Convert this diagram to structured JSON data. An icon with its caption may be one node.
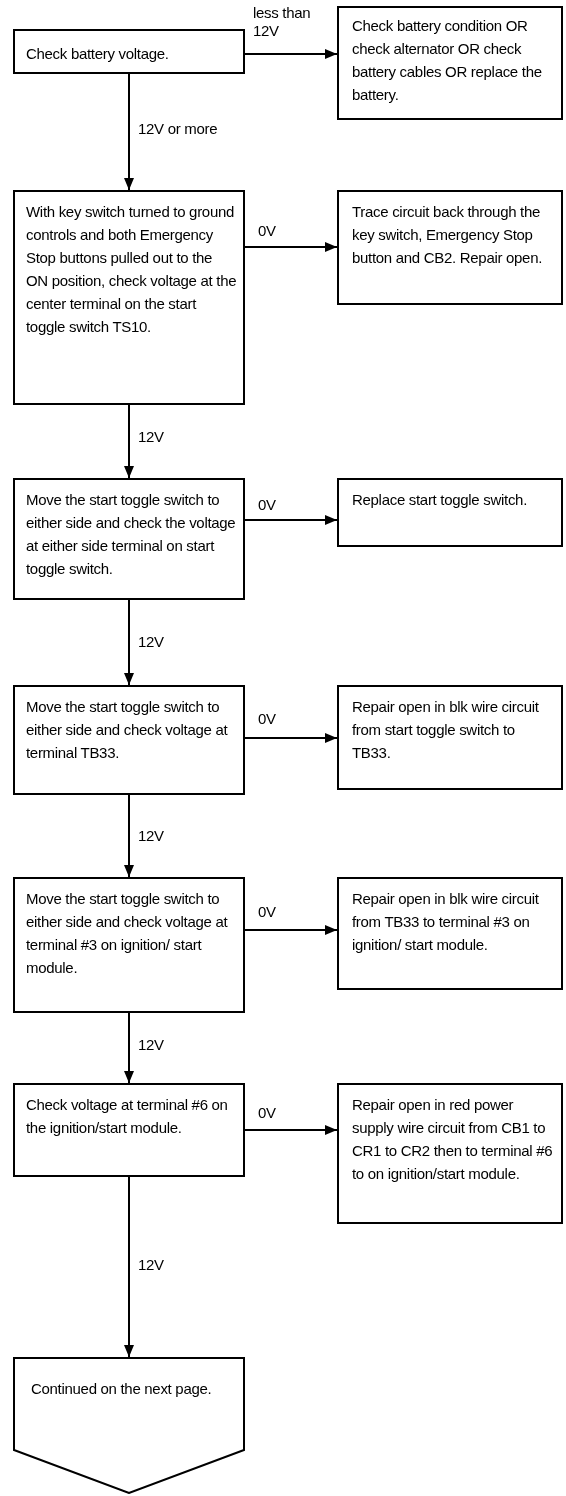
{
  "diagram": {
    "nodes": [
      {
        "text": [
          "Check battery voltage."
        ]
      },
      {
        "text": [
          "Check battery condition OR check alternator OR check battery cables OR replace the battery."
        ]
      },
      {
        "text": [
          "With key switch turned to ground controls and both Emergency Stop buttons pulled out to the ON position, check voltage at the center terminal on the start toggle switch TS10."
        ]
      },
      {
        "text": [
          "Trace circuit back through the key switch, Emergency Stop button and CB2. Repair open."
        ]
      },
      {
        "text": [
          "Move the start toggle switch to either side and check the voltage at either side terminal on start toggle switch."
        ]
      },
      {
        "text": [
          "Replace start toggle switch."
        ]
      },
      {
        "text": [
          "Move the start toggle switch to either side and check voltage at terminal TB33."
        ]
      },
      {
        "text": [
          "Repair open in blk wire circuit from start toggle switch to TB33."
        ]
      },
      {
        "text": [
          "Move the start toggle switch to either side and check voltage at terminal #3 on ignition/ start module."
        ]
      },
      {
        "text": [
          "Repair open in blk wire circuit from TB33 to terminal #3 on ignition/ start module."
        ]
      },
      {
        "text": [
          "Check voltage at terminal #6 on the ignition/start module."
        ]
      },
      {
        "text": [
          "Repair open in red power supply wire circuit from CB1 to CR1 to CR2 then to terminal #6 to on ignition/start module."
        ]
      },
      {
        "text": [
          "Continued on the next page."
        ]
      }
    ],
    "edges": [
      {
        "from": 0,
        "to": 1,
        "arrow": "to",
        "label": "less than 12V"
      },
      {
        "from": 0,
        "to": 2,
        "arrow": "to",
        "label": "12V or more"
      },
      {
        "from": 2,
        "to": 3,
        "arrow": "to",
        "label": "0V"
      },
      {
        "from": 2,
        "to": 4,
        "arrow": "to",
        "label": "12V"
      },
      {
        "from": 4,
        "to": 5,
        "arrow": "to",
        "label": "0V"
      },
      {
        "from": 4,
        "to": 6,
        "arrow": "to",
        "label": "12V"
      },
      {
        "from": 6,
        "to": 7,
        "arrow": "to",
        "label": "0V"
      },
      {
        "from": 6,
        "to": 8,
        "arrow": "to",
        "label": "12V"
      },
      {
        "from": 8,
        "to": 9,
        "arrow": "to",
        "label": "0V"
      },
      {
        "from": 8,
        "to": 10,
        "arrow": "to",
        "label": "12V"
      },
      {
        "from": 10,
        "to": 11,
        "arrow": "to",
        "label": "0V"
      },
      {
        "from": 10,
        "to": 12,
        "arrow": "to",
        "label": "12V"
      }
    ]
  }
}
